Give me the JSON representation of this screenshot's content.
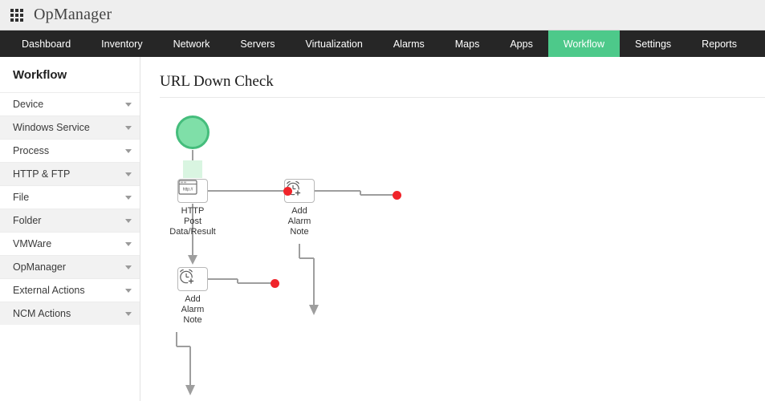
{
  "topbar": {
    "grid_icon": "grid-apps-icon",
    "brand": "OpManager"
  },
  "nav": {
    "items": [
      {
        "label": "Dashboard",
        "active": false
      },
      {
        "label": "Inventory",
        "active": false
      },
      {
        "label": "Network",
        "active": false
      },
      {
        "label": "Servers",
        "active": false
      },
      {
        "label": "Virtualization",
        "active": false
      },
      {
        "label": "Alarms",
        "active": false
      },
      {
        "label": "Maps",
        "active": false
      },
      {
        "label": "Apps",
        "active": false
      },
      {
        "label": "Workflow",
        "active": true
      },
      {
        "label": "Settings",
        "active": false
      },
      {
        "label": "Reports",
        "active": false
      }
    ],
    "active_color": "#4dc98a"
  },
  "sidebar": {
    "title": "Workflow",
    "items": [
      {
        "label": "Device"
      },
      {
        "label": "Windows Service"
      },
      {
        "label": "Process"
      },
      {
        "label": "HTTP & FTP"
      },
      {
        "label": "File"
      },
      {
        "label": "Folder"
      },
      {
        "label": "VMWare"
      },
      {
        "label": "OpManager"
      },
      {
        "label": "External Actions"
      },
      {
        "label": "NCM Actions"
      }
    ],
    "caret_icon": "chevron-down-icon"
  },
  "main": {
    "page_title": "URL Down Check"
  },
  "flow": {
    "start_node": {
      "name": "start-node",
      "color": "#7fdfa8",
      "border": "#45bd7c"
    },
    "nodes": [
      {
        "id": "http-post",
        "icon": "browser-window-icon",
        "icon_text": "http://",
        "label": "HTTP\nPost\nData/Result",
        "label_line1": "HTTP",
        "label_line2": "Post",
        "label_line3": "Data/Result"
      },
      {
        "id": "add-alarm-note-1",
        "icon": "alarm-clock-plus-icon",
        "label_line1": "Add",
        "label_line2": "Alarm",
        "label_line3": "Note"
      },
      {
        "id": "add-alarm-note-2",
        "icon": "alarm-clock-plus-icon",
        "label_line1": "Add",
        "label_line2": "Alarm",
        "label_line3": "Note"
      }
    ],
    "endpoint_color": "#f0242a",
    "connector_color": "#9e9e9e",
    "endpoints": 3
  }
}
